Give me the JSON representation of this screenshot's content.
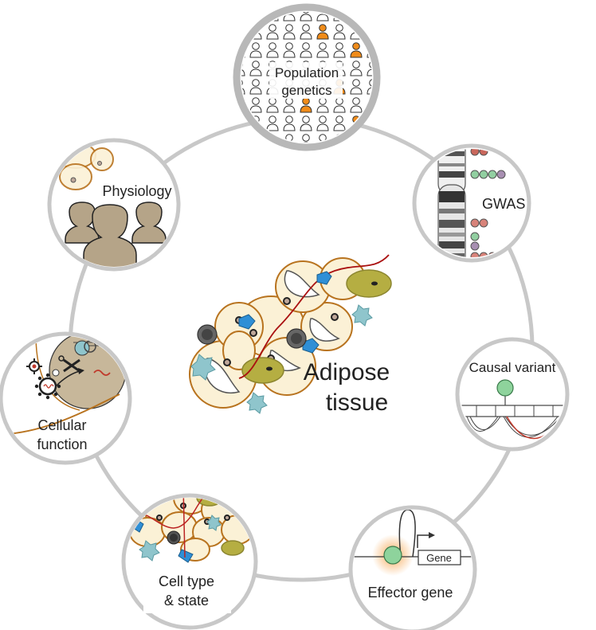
{
  "center": {
    "line1": "Adipose",
    "line2": "tissue"
  },
  "nodes": {
    "population_genetics": {
      "line1": "Population",
      "line2": "genetics"
    },
    "gwas": {
      "label": "GWAS"
    },
    "causal_variant": {
      "label": "Causal variant"
    },
    "effector_gene": {
      "label": "Effector gene",
      "gene_box": "Gene"
    },
    "cell_type_state": {
      "line1": "Cell type",
      "line2": "& state"
    },
    "cellular_function": {
      "line1": "Cellular",
      "line2": "function"
    },
    "physiology": {
      "label": "Physiology"
    }
  },
  "colors": {
    "ring": "#c8c8c8",
    "adipocyte_fill": "#fbf1d6",
    "adipocyte_outline": "#b8731f",
    "highlight_person": "#f08c1a",
    "endothelial": "#2f8fd6",
    "macrophage": "#8fc5cc",
    "variant_green": "#8ed39c",
    "silhouette": "#b5a488"
  },
  "icons": [
    "person-icon",
    "chromosome-icon",
    "snp-dot-icon",
    "promoter-arrow-icon",
    "scissors-icon",
    "virus-icon",
    "rna-icon"
  ]
}
